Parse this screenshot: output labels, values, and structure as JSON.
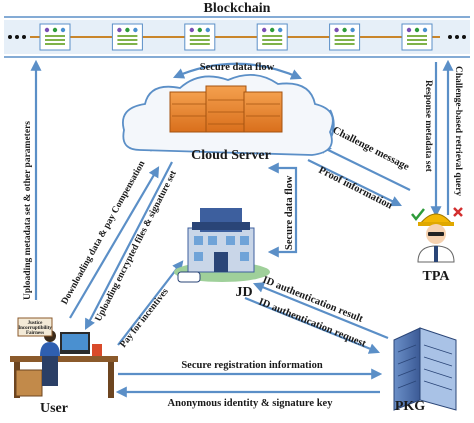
{
  "blockchain": {
    "title": "Blockchain",
    "block_count": 6
  },
  "entities": {
    "cloud_server": "Cloud Server",
    "jd": "JD",
    "tpa": "TPA",
    "pkg": "PKG",
    "user": "User"
  },
  "board_text": {
    "line1": "Justice",
    "line2": "Incorruptibility",
    "line3": "Fairness"
  },
  "flows": {
    "secure_top": "Secure data flow",
    "secure_jd": "Secure data flow",
    "challenge_message": "Challenge message",
    "proof_information": "Proof information",
    "challenge_query": "Challenge-based retrieval query",
    "response_metadata": "Response metadata set",
    "uploading_metadata": "Uploading metadata set & other parameters",
    "downloading": "Downloading  data & pay Compensation",
    "uploading_files": "Uploading encrypted files & signature set",
    "pay_incentives": "Pay for incentives",
    "id_auth_result": "ID authentication result",
    "id_auth_request": "ID authentication request",
    "secure_registration": "Secure registration information",
    "anonymous_identity": "Anonymous identity & signature key"
  },
  "colors": {
    "arrow": "#5b8fc7",
    "chain_bg": "#dbe9f6",
    "server": "#e8832a",
    "building": "#3d5f9e",
    "check": "#2e9b3a",
    "cross": "#d32f2f"
  },
  "icons": [
    "server-rack-icon",
    "police-station-icon",
    "auditor-person-icon",
    "server-tower-icon",
    "user-desk-icon",
    "check-icon",
    "cross-icon"
  ]
}
